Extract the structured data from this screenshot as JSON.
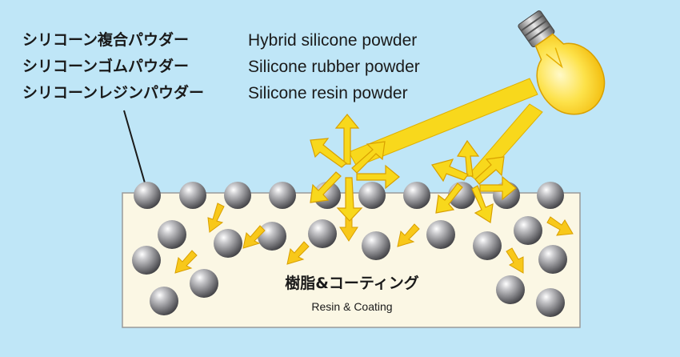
{
  "labels": {
    "jp": [
      "シリコーン複合パウダー",
      "シリコーンゴムパウダー",
      "シリコーンレジンパウダー"
    ],
    "en": [
      "Hybrid silicone powder",
      "Silicone rubber powder",
      "Silicone resin powder"
    ]
  },
  "coating": {
    "jp": "樹脂&コーティング",
    "en": "Resin & Coating"
  },
  "colors": {
    "background": "#bfe6f7",
    "coating_fill": "#fbf7e4",
    "light_beam": "#f8d81c",
    "arrow": "#f8c81a",
    "particle": "#7d7d80"
  },
  "icons": [
    "light-bulb-icon"
  ]
}
